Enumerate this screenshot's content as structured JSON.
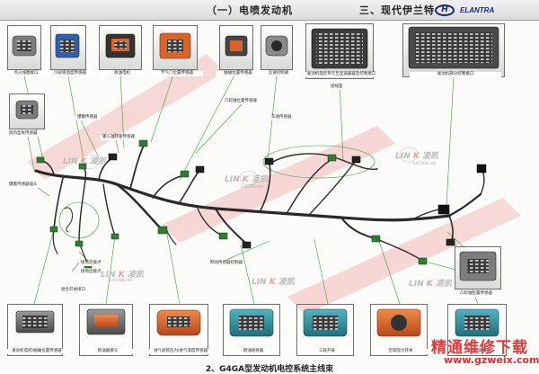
{
  "header": {
    "section_title": "（一）电喷发动机",
    "chapter_title": "三、现代伊兰特",
    "brand_logo_text": "ELANTRA",
    "logo_icon": "hyundai-logo-icon"
  },
  "top_connectors": [
    {
      "label": "点火线圈接口"
    },
    {
      "label": "冷却液温度传感器"
    },
    {
      "label": "喷油电机"
    },
    {
      "label": "节气门位置传感器"
    },
    {
      "label": "曲轴位置传感器"
    },
    {
      "label": "怠速控制阀"
    },
    {
      "label": "发动机电控单元至变速器器及控制接口"
    },
    {
      "label": "发动机部分控制接口"
    }
  ],
  "mid_labels": [
    {
      "label": "加热型氧传感器"
    },
    {
      "label": "接线盒"
    },
    {
      "label": "爆震传感器"
    },
    {
      "label": "输入轴转速传感器"
    },
    {
      "label": "凸轮轴位置传感器"
    },
    {
      "label": "爆震传感器插头"
    },
    {
      "label": "车速传感器"
    },
    {
      "label": "接地连接点"
    },
    {
      "label": "接地连接点"
    },
    {
      "label": "组合开关接口"
    },
    {
      "label": "制动传感器控制器"
    },
    {
      "label": "凸轮轴位置传感器"
    }
  ],
  "bottom_connectors": [
    {
      "label": "发动机电控/曲轴位置传感器"
    },
    {
      "label": "喷油器接头"
    },
    {
      "label": "进气歧管压力/进气温度传感器"
    },
    {
      "label": "燃油喷射器"
    },
    {
      "label": "三段开关"
    },
    {
      "label": "空调压力开关"
    },
    {
      "label": "氧传感器接头"
    }
  ],
  "watermarks": {
    "lin_text": "LIN",
    "k_text": "K",
    "kai_text": "凌凯",
    "site_small": "link168.net",
    "site_cn": "精通维修下载",
    "site_url": "www.gzweix.com"
  },
  "caption": "2、G4GA型发动机电控系统主线束",
  "colors": {
    "harness": "#2a2a2a",
    "connector_blue": "#2f5fa8",
    "connector_orange": "#d8642a",
    "connector_teal": "#2d8d9b",
    "connector_gray": "#6f6f6f",
    "leader_green": "#3e9a3e",
    "watermark_red": "#e23b3b"
  }
}
